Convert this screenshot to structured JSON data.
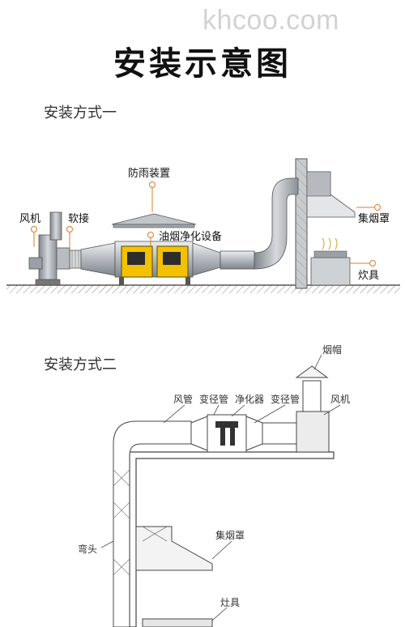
{
  "watermark": "khcoo.com",
  "title": "安装示意图",
  "method1": {
    "label": "安装方式一",
    "callouts": {
      "fan": "风机",
      "soft_joint": "软接",
      "rain_cover": "防雨装置",
      "purifier": "油烟净化设备",
      "hood": "集烟罩",
      "stove": "炊具"
    }
  },
  "method2": {
    "label": "安装方式二",
    "callouts": {
      "chimney_cap": "烟帽",
      "duct": "风管",
      "reducer_left": "变径管",
      "purifier": "净化器",
      "reducer_right": "变径管",
      "fan": "风机",
      "elbow": "弯头",
      "hood": "集烟罩",
      "stove": "灶具"
    }
  },
  "colors": {
    "purifier_yellow": "#f2c200",
    "duct_gray": "#a9adb2",
    "callout_orange": "#e07b24",
    "ground_gray": "#8a8a8a"
  }
}
